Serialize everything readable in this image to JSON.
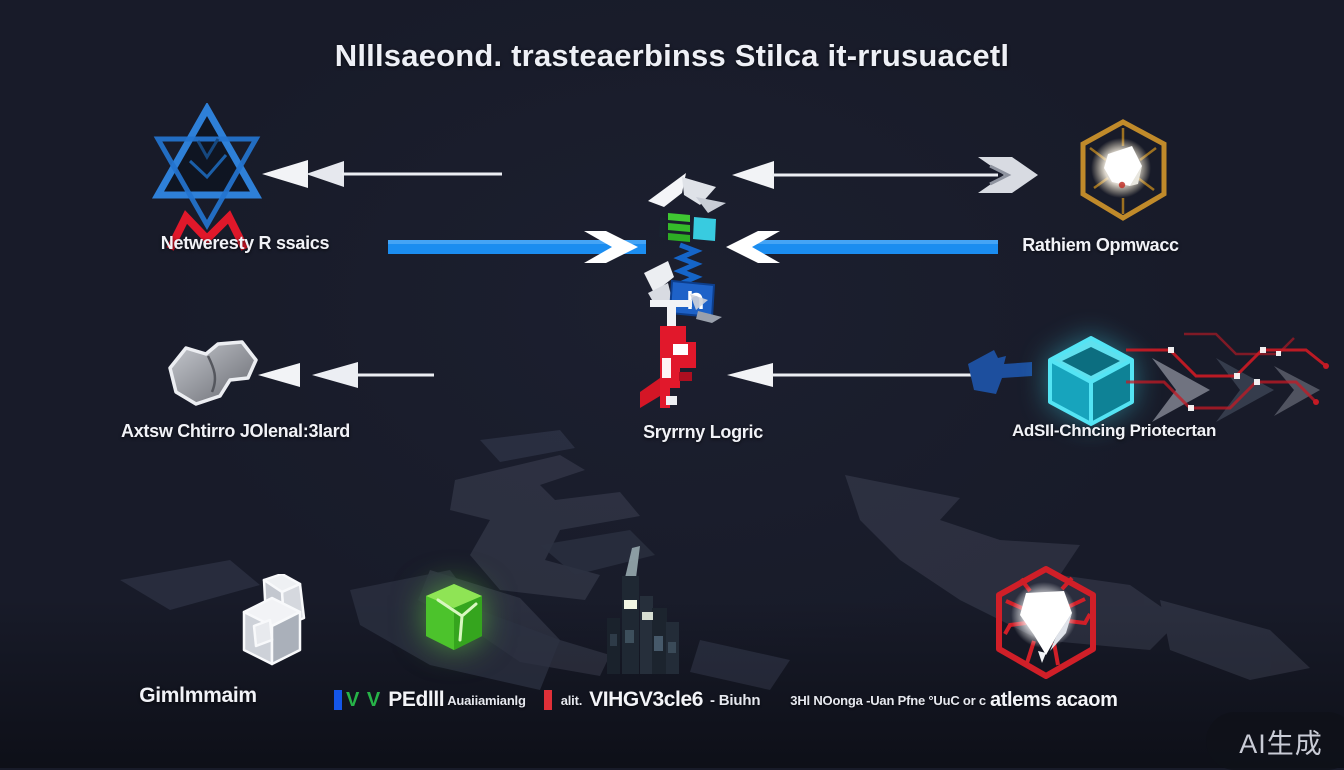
{
  "title": "Nlllsaeond. trasteaerbinss Stilca  it-rrusuacetl",
  "nodes": {
    "top_left": "Netweresty R ssaics",
    "top_right": "Rathiem Opmwacc",
    "mid_left": "Axtsw Chtirro JOlenal:3Iard",
    "mid_center": "Sryrrny Logric",
    "mid_right": "AdSIl-Chncing Priotecrtan",
    "bottom_left": "Gimlmmaim"
  },
  "legend": {
    "check_marks": "V V",
    "item1_title": "PEdlll",
    "item1_sub": "Auaiiamianlg",
    "item2_prefix": "alit.",
    "item2_title": "VIHGV3cle6",
    "item2_sub": "- Biuhn",
    "item3_sub": "3Hl NOonga -Uan Pfne °UuC or c",
    "item3_title": "atlems acaom"
  },
  "watermark": "AI生成",
  "colors": {
    "background": "#181b29",
    "accent_blue": "#1b8df0",
    "accent_dark_blue": "#1d4f9e",
    "accent_red": "#df1b2c",
    "accent_gold": "#c08a2a",
    "accent_cyan": "#3fd6e8",
    "accent_green": "#46c92e",
    "arrow_white": "#f2f3f6",
    "legend_bar_blue": "#1456e8",
    "legend_bar_red": "#e03038",
    "legend_check_green": "#27b348"
  }
}
